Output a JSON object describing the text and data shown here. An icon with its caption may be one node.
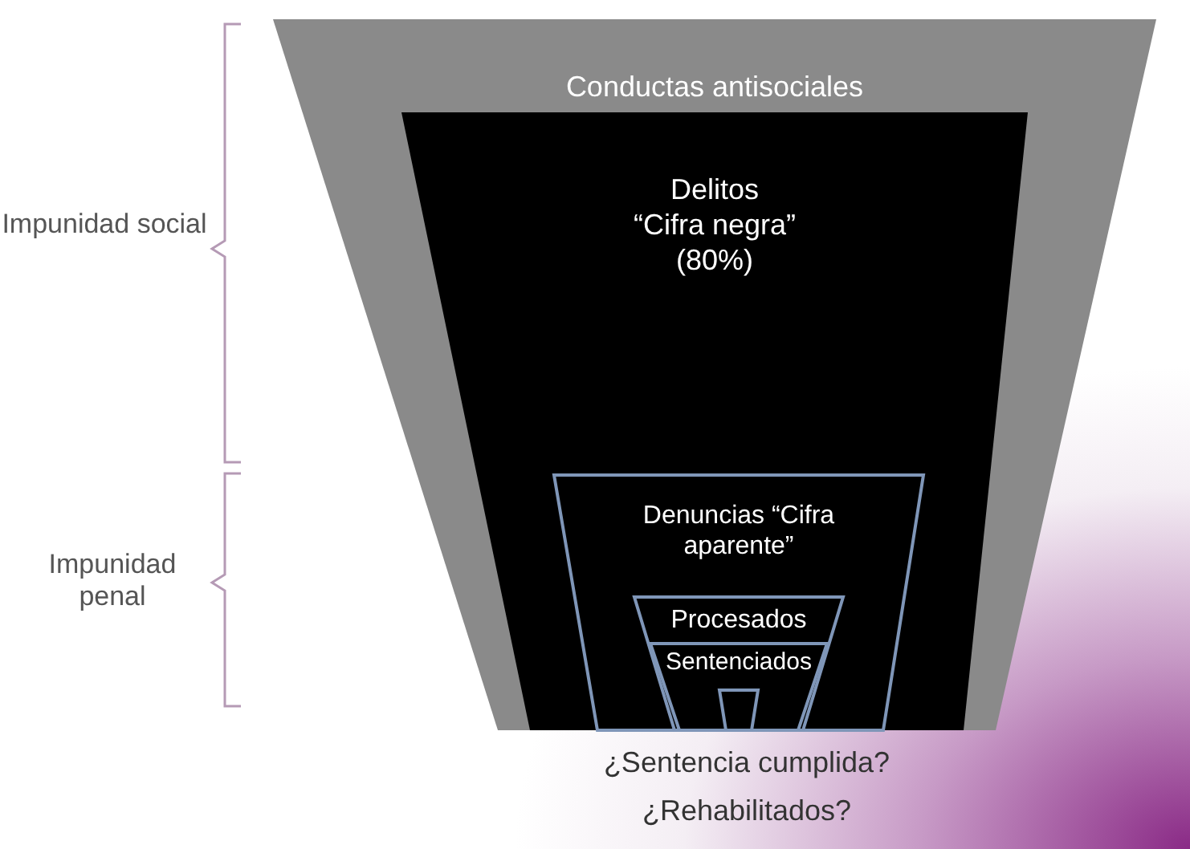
{
  "diagram": {
    "nodes": [
      {
        "text": [
          "Conductas antisociales"
        ]
      },
      {
        "text": [
          "Delitos",
          "“Cifra negra” (80%)"
        ],
        "in": 0
      },
      {
        "text": [
          "Denuncias “Cifra aparente”"
        ],
        "in": 1
      },
      {
        "text": [
          "Procesados"
        ],
        "in": 2
      },
      {
        "text": [
          "Sentenciados"
        ],
        "in": 3
      },
      {
        "text": [],
        "shape": "trapezoid",
        "in": 4
      }
    ],
    "labels": [
      "Impunidad social",
      "Impunidad penal",
      "¿Sentencia cumplida?",
      "¿Rehabilitados?"
    ]
  }
}
